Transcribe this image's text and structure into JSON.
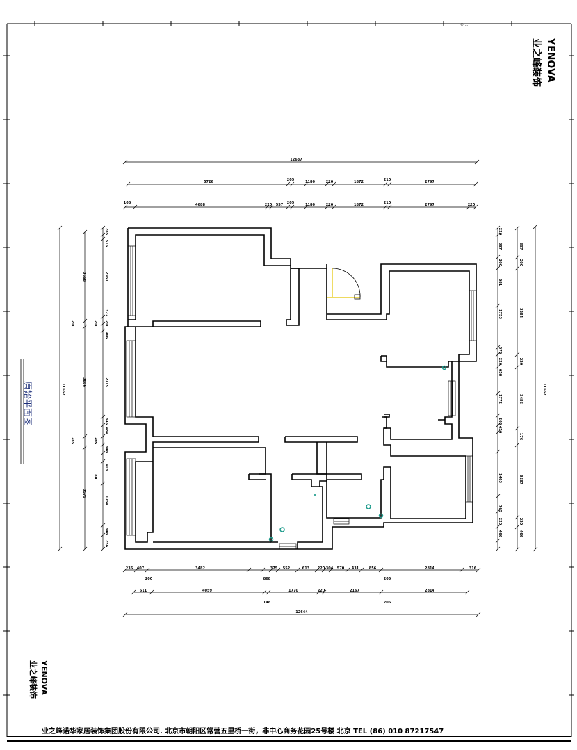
{
  "title": "原始平面图",
  "company_footer": "业之峰诺华家居装饰集团股份有限公司. 北京市朝阳区常营五里桥一街，非中心商务花园25号楼    北京   TEL  (86) 010 87217547",
  "logo": {
    "brand_en": "YENOVA",
    "brand_cn": "业之峰装饰",
    "icon": "logo-icon"
  },
  "copyright_line": "©  ...",
  "dimensions_top": {
    "overall": "12637",
    "row1": [
      "5726",
      "205",
      "1180",
      "220",
      "1872",
      "210",
      "2797"
    ],
    "row2": [
      "108",
      "4688",
      "220",
      "557",
      "205",
      "1180",
      "220",
      "1872",
      "210",
      "2797",
      "220"
    ]
  },
  "dimensions_bottom": {
    "overall": "12644",
    "row1": [
      "236",
      "407",
      "3482",
      "375",
      "552",
      "613",
      "220",
      "304",
      "570",
      "431",
      "856",
      "2814",
      "316"
    ],
    "row1_sub": [
      "200",
      "868",
      "205"
    ],
    "row2": [
      "611",
      "4059",
      "1770",
      "220",
      "2167",
      "2814"
    ],
    "row2_sub": [
      "148",
      "205"
    ]
  },
  "dimensions_left": {
    "overall": "11657",
    "outer": [
      "210",
      "285"
    ],
    "mid": [
      "3668",
      "3886",
      "3579"
    ],
    "inner": [
      "285",
      "516",
      "2951",
      "322",
      "210",
      "966",
      "2715",
      "346",
      "454",
      "205",
      "348",
      "413",
      "180",
      "1754",
      "348",
      "256"
    ]
  },
  "dimensions_right": {
    "overall": "11657",
    "outer": [
      "897",
      "200",
      "3284",
      "220",
      "3486",
      "176",
      "3587",
      "220",
      "466"
    ],
    "inner": [
      "220",
      "897",
      "200",
      "681",
      "1753",
      "575",
      "220",
      "658",
      "1772",
      "205",
      "456",
      "1463",
      "765",
      "220",
      "466"
    ]
  },
  "colors": {
    "lines": "#000000",
    "door": "#e4c400",
    "fixture": "#1b9a8a",
    "title": "#1d2f7a"
  }
}
